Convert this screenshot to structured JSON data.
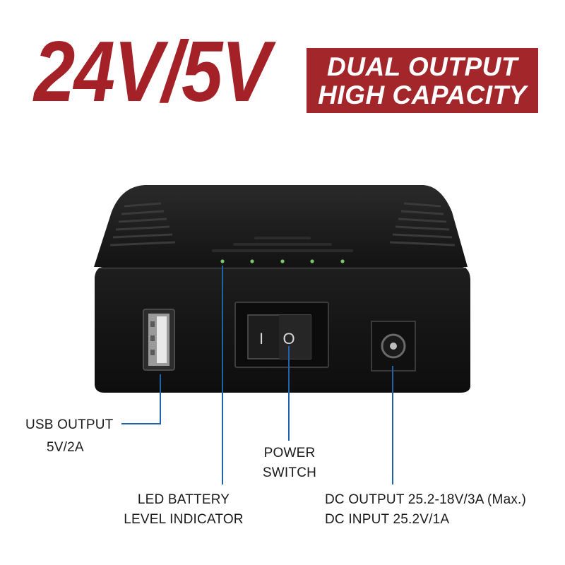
{
  "headline": {
    "voltage_text": "24V/5V",
    "banner_line1": "DUAL OUTPUT",
    "banner_line2": "HIGH CAPACITY"
  },
  "colors": {
    "brand_red": "#a32127",
    "banner_red": "#a3262b",
    "callout_line": "#1f64a8",
    "device_body": "#1b1b1b",
    "led_green": "#7cc66a"
  },
  "device": {
    "switch_symbols": {
      "on": "I",
      "off": "O"
    }
  },
  "callouts": {
    "usb": {
      "line1": "USB OUTPUT",
      "line2": "5V/2A"
    },
    "led": {
      "line1": "LED BATTERY",
      "line2": "LEVEL INDICATOR"
    },
    "power": {
      "line1": "POWER",
      "line2": "SWITCH"
    },
    "dc": {
      "line1": "DC OUTPUT 25.2-18V/3A (Max.)",
      "line2": "DC INPUT 25.2V/1A"
    }
  }
}
